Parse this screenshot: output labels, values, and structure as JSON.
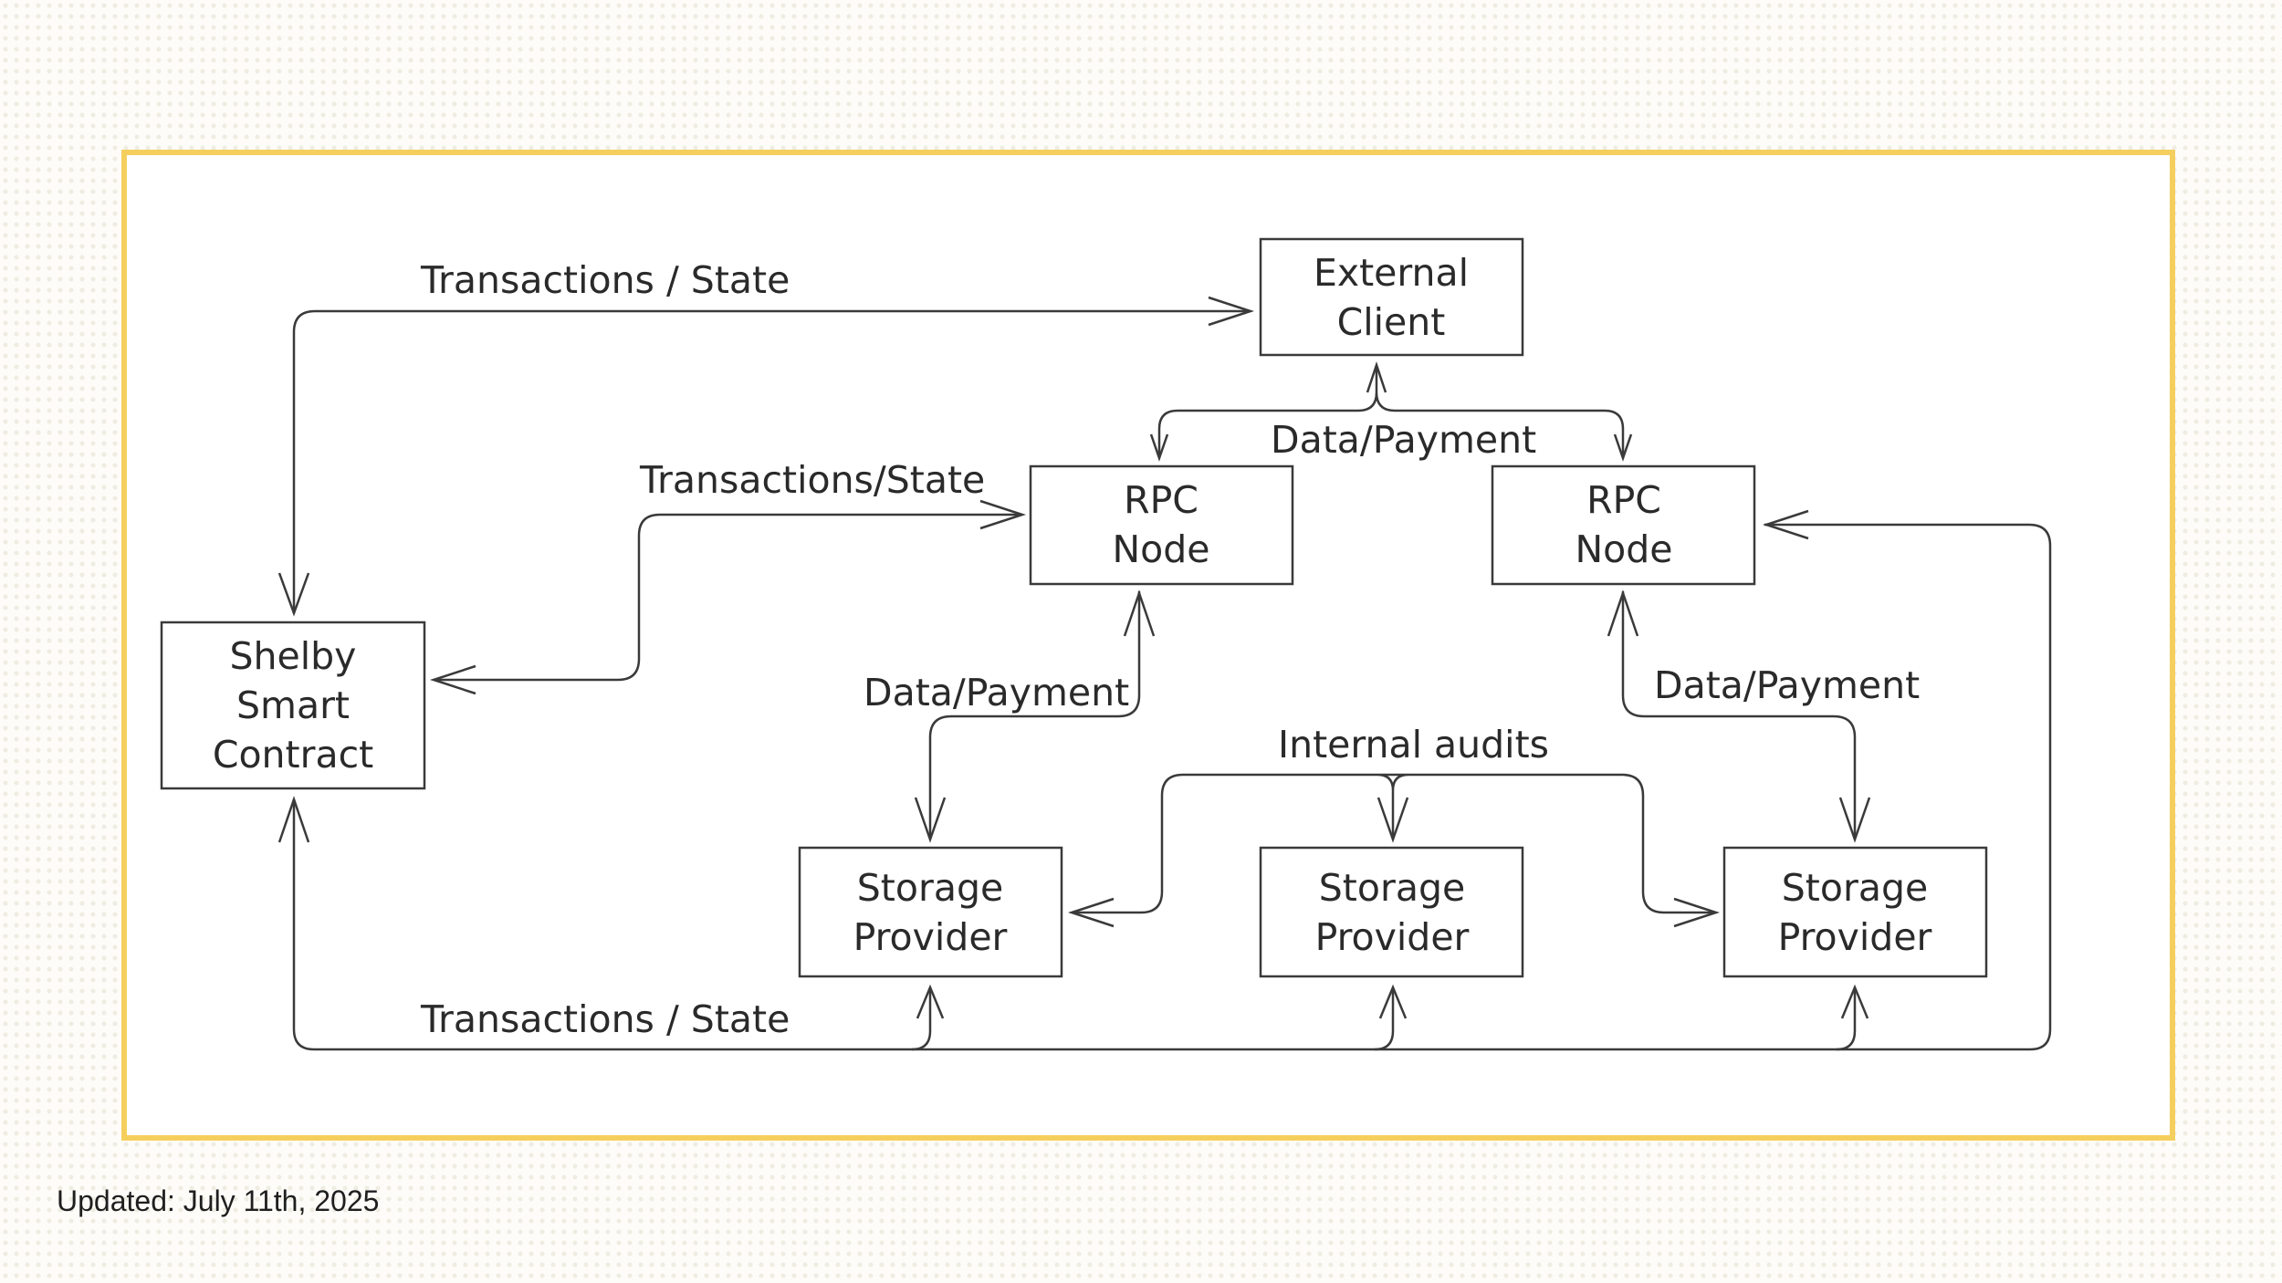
{
  "diagram": {
    "nodes": {
      "external_client": [
        "External",
        "Client"
      ],
      "rpc_node_left": [
        "RPC",
        "Node"
      ],
      "rpc_node_right": [
        "RPC",
        "Node"
      ],
      "shelby_contract": [
        "Shelby",
        "Smart",
        "Contract"
      ],
      "storage_left": [
        "Storage",
        "Provider"
      ],
      "storage_middle": [
        "Storage",
        "Provider"
      ],
      "storage_right": [
        "Storage",
        "Provider"
      ]
    },
    "edge_labels": {
      "client_shelby": "Transactions / State",
      "rpc_shelby": "Transactions/State",
      "client_rpc": "Data/Payment",
      "rpc_left_storage": "Data/Payment",
      "rpc_right_storage": "Data/Payment",
      "internal_audits": "Internal audits",
      "storage_shelby": "Transactions / State"
    }
  },
  "footer": {
    "updated": "Updated: July 11th, 2025"
  },
  "colors": {
    "frame_border": "#f5cf5e",
    "line": "#3a3a3a",
    "background": "#fdfcf8"
  }
}
